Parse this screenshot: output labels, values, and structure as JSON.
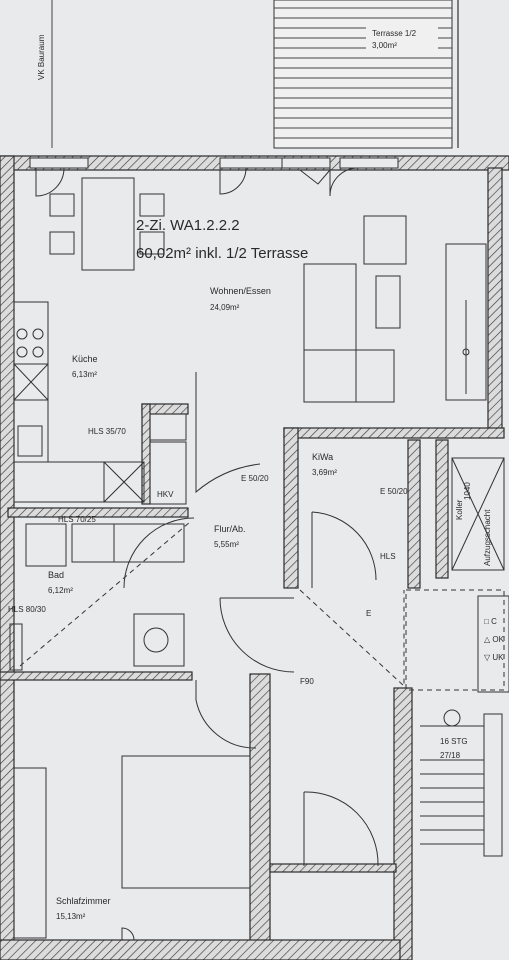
{
  "apartment": {
    "title": "2-Zi. WA1.2.2.2",
    "area": "60,02m² inkl. 1/2 Terrasse"
  },
  "rooms": {
    "wohnen": {
      "name": "Wohnen/Essen",
      "area": "24,09m²"
    },
    "kueche": {
      "name": "Küche",
      "area": "6,13m²"
    },
    "bad": {
      "name": "Bad",
      "area": "6,12m²"
    },
    "flur": {
      "name": "Flur/Ab.",
      "area": "5,55m²"
    },
    "kiwa": {
      "name": "KiWa",
      "area": "3,69m²"
    },
    "schlafzimmer": {
      "name": "Schlafzimmer",
      "area": "15,13m²"
    },
    "terrasse": {
      "name": "Terrasse 1/2",
      "area": "3,00m²"
    }
  },
  "labels": {
    "vk_bauraum": "VK Bauraum",
    "hls_kueche": "HLS 35/70",
    "hkv": "HKV",
    "hls_bad_top": "HLS 70/25",
    "hls_bad_side": "HLS 80/30",
    "e_flur": "E 50/20",
    "e_kiwa": "E 50/20",
    "hls_kiwa": "HLS",
    "e_corridor": "E",
    "f90": "F90",
    "stairs": "16 STG",
    "stairs_ratio": "27/18",
    "lift_a": "Koller",
    "lift_b": "1040",
    "lift_c": "Aufzugsschacht",
    "lift_legend_1": "C",
    "lift_legend_2": "OK",
    "lift_legend_3": "UK"
  }
}
